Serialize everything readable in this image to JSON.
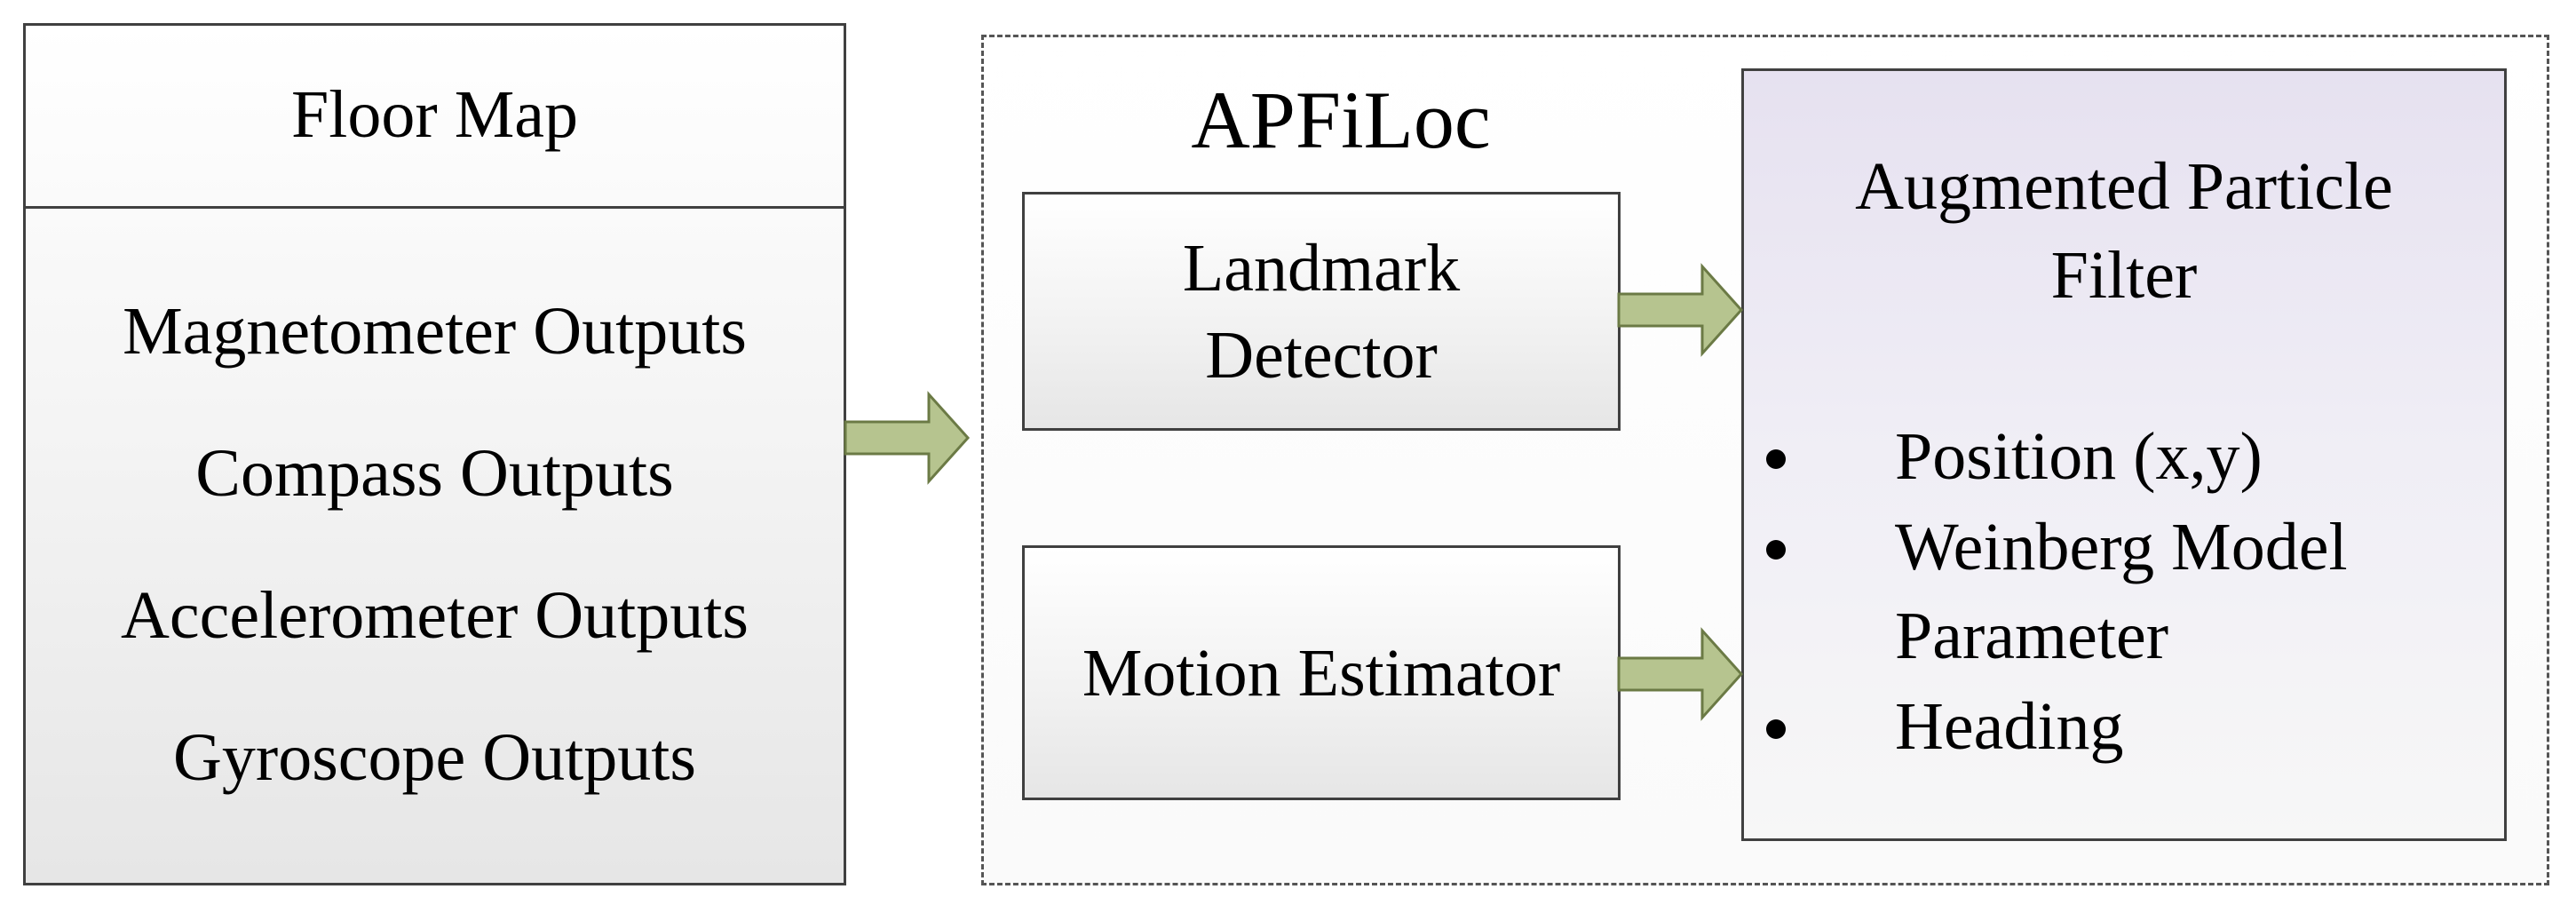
{
  "input_panel": {
    "header": "Floor Map",
    "sensors": [
      "Magnetometer Outputs",
      "Compass Outputs",
      "Accelerometer Outputs",
      "Gyroscope Outputs"
    ]
  },
  "system": {
    "title": "APFiLoc",
    "landmark_detector": {
      "line1": "Landmark",
      "line2": "Detector"
    },
    "motion_estimator": "Motion Estimator",
    "filter": {
      "title_line1": "Augmented Particle",
      "title_line2": "Filter",
      "state_items": [
        "Position (x,y)",
        "Weinberg Model",
        "Parameter",
        "Heading"
      ]
    }
  },
  "colors": {
    "arrow_fill": "#b6c48f",
    "arrow_stroke": "#6b7a45",
    "filter_tint": "#e6e1f0",
    "border": "#404040"
  }
}
